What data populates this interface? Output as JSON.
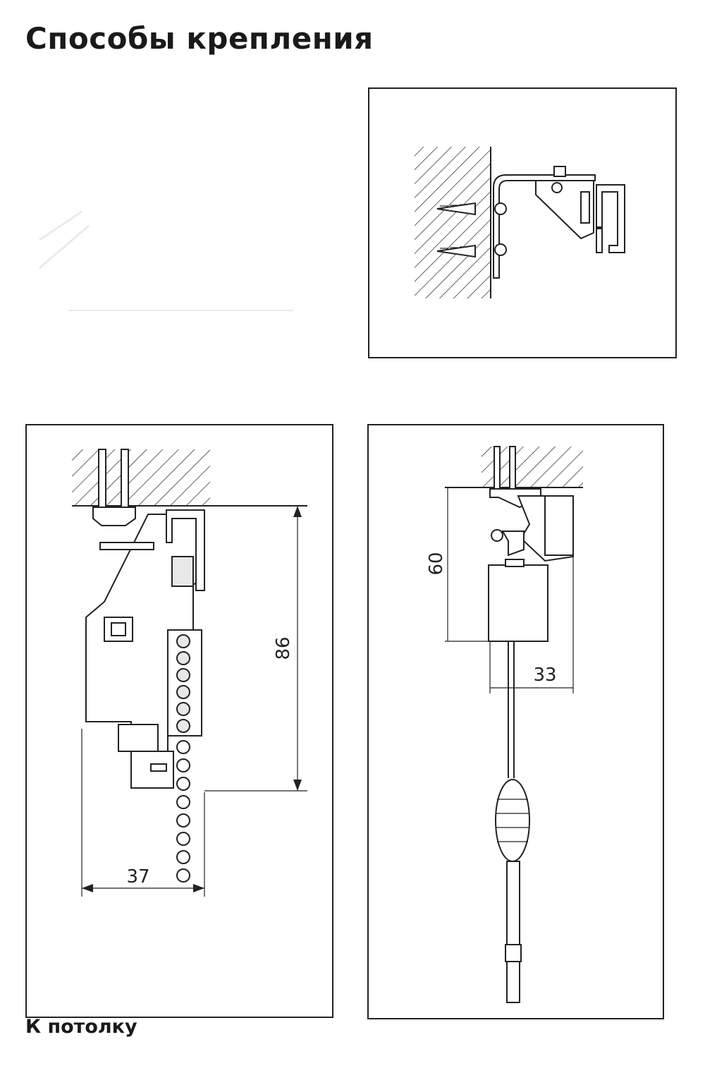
{
  "page": {
    "title": "Способы крепления",
    "caption": "К потолку"
  },
  "diagrams": {
    "chain_ceiling": {
      "height_dim": "86",
      "width_dim": "37"
    },
    "wand_ceiling": {
      "height_dim": "60",
      "width_dim": "33"
    }
  }
}
